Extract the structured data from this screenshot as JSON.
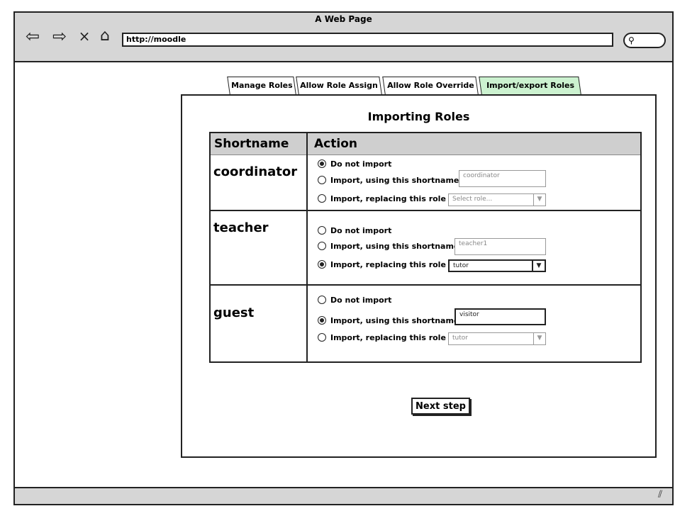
{
  "window": {
    "title": "A Web Page",
    "url": "http://moodle"
  },
  "icons": {
    "back": "back-arrow-icon",
    "forward": "forward-arrow-icon",
    "stop": "close-icon",
    "home": "home-icon",
    "search": "search-icon",
    "resize": "resize-grip-icon"
  },
  "tabs": [
    {
      "label": "Manage Roles",
      "active": false
    },
    {
      "label": "Allow Role Assign",
      "active": false
    },
    {
      "label": "Allow Role Override",
      "active": false
    },
    {
      "label": "Import/export Roles",
      "active": true
    }
  ],
  "page": {
    "title": "Importing Roles"
  },
  "table": {
    "headers": [
      "Shortname",
      "Action"
    ],
    "rows": [
      {
        "shortname": "coordinator",
        "options": [
          "Do not import",
          "Import, using this shortname",
          "Import, replacing this role"
        ],
        "selected": 0,
        "shortname_value": "coordinator",
        "role_value": "Select role..."
      },
      {
        "shortname": "teacher",
        "options": [
          "Do not import",
          "Import, using this shortname",
          "Import, replacing this role"
        ],
        "selected": 2,
        "shortname_value": "teacher1",
        "role_value": "tutor"
      },
      {
        "shortname": "guest",
        "options": [
          "Do not import",
          "Import, using this shortname",
          "Import, replacing this role"
        ],
        "selected": 1,
        "shortname_value": "visitor",
        "role_value": "tutor"
      }
    ]
  },
  "actions": {
    "next_label": "Next step"
  }
}
